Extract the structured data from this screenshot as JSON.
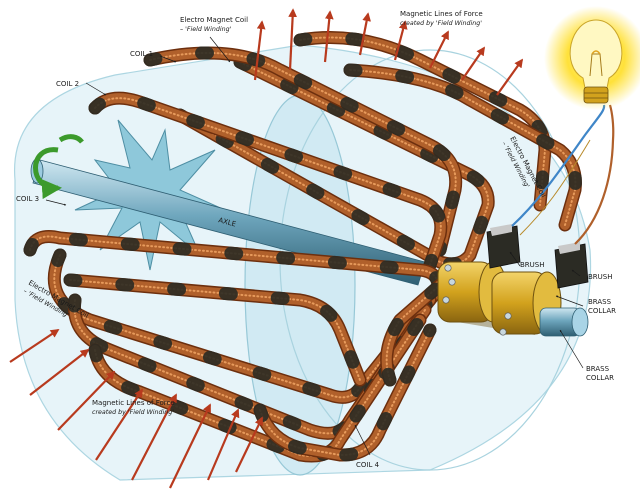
{
  "colors": {
    "copper": "#b0602b",
    "copper_dark": "#6d2f0e",
    "copper_light": "#e79a5b",
    "binding": "#2b2b24",
    "field_arrow": "#b83a1e",
    "frame_tint": "#bfe3ee",
    "axle": "#6ea6bd",
    "brass": "#d2a21d",
    "lamp_glow": "#ffe13a",
    "rotation_arrow": "#3c9a2c",
    "wire_blue": "#3f86c8"
  },
  "labels": {
    "field_coil_top": [
      "Electro Magnet Coil",
      "– 'Field Winding'"
    ],
    "lines_top": [
      "Magnetic Lines of Force",
      "created by 'Field Winding'"
    ],
    "coil1": "COIL 1",
    "coil2": "COIL 2",
    "coil3": "COIL 3",
    "coil4": "COIL 4",
    "axle": "AXLE",
    "field_coil_right": [
      "Electro Magnet Coil",
      "– 'Field Winding'"
    ],
    "field_coil_left": [
      "Electro Magnet Coil",
      "– 'Field Winding'"
    ],
    "lines_bottom": [
      "Magnetic Lines of Force",
      "created by 'Field Winding'"
    ],
    "brush1": "BRUSH",
    "brush2": "BRUSH",
    "collar1": [
      "BRASS",
      "COLLAR"
    ],
    "collar2": [
      "BRASS",
      "COLLAR"
    ]
  },
  "icons": {
    "rotation": "curved-arrow-icon",
    "lamp": "light-bulb-icon"
  }
}
